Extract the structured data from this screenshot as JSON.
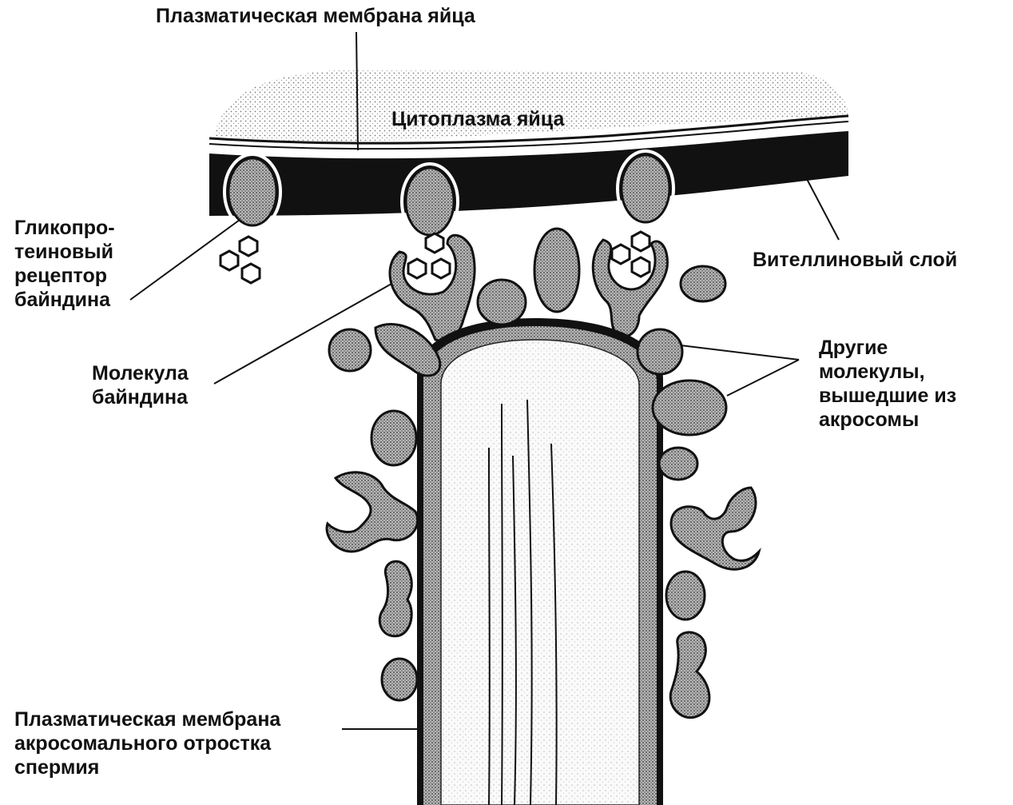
{
  "labels": {
    "egg_membrane": "Плазматическая мембрана яйца",
    "egg_cytoplasm": "Цитоплазма яйца",
    "vitelline_layer": "Вителлиновый слой",
    "receptor": [
      "Гликопро-",
      "теиновый",
      "рецептор",
      "байндина"
    ],
    "bindin": [
      "Молекула",
      "байндина"
    ],
    "other_molecules": [
      "Другие",
      "молекулы,",
      "вышедшие из",
      "акросомы"
    ],
    "sperm_membrane": [
      "Плазматическая мембрана",
      "акросомального отростка",
      "спермия"
    ]
  },
  "colors": {
    "ink": "#111111",
    "stipple": "#8a8a8a",
    "background": "#ffffff"
  }
}
